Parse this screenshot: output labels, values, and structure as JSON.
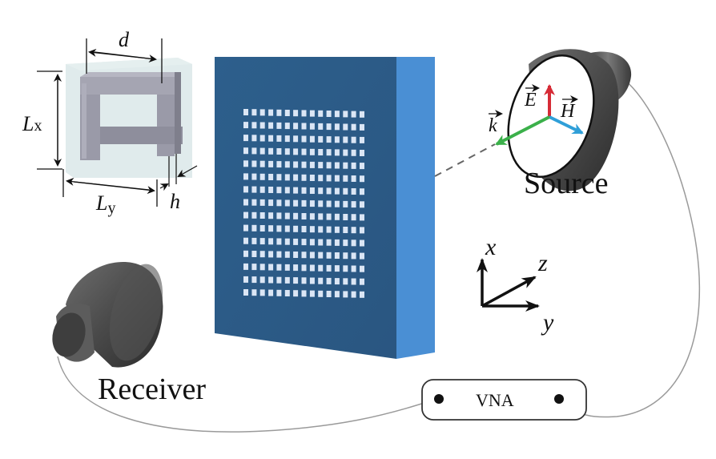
{
  "labels": {
    "source": "Source",
    "receiver": "Receiver",
    "vna": "VNA"
  },
  "unit_cell": {
    "d": "d",
    "lx_main": "L",
    "lx_sub": "x",
    "ly_main": "L",
    "ly_sub": "y",
    "h": "h"
  },
  "field_vectors": {
    "e": "E",
    "h": "H",
    "k": "k",
    "e_color": "#d62b36",
    "h_color": "#2f9fd8",
    "k_color": "#3bb04a"
  },
  "axes": {
    "x": "x",
    "y": "y",
    "z": "z"
  },
  "metasurface": {
    "rows": 15,
    "cols": 15,
    "face_color": "#2c5b86",
    "side_color": "#4a8fd4",
    "hole_color": "#dbe6f5"
  }
}
